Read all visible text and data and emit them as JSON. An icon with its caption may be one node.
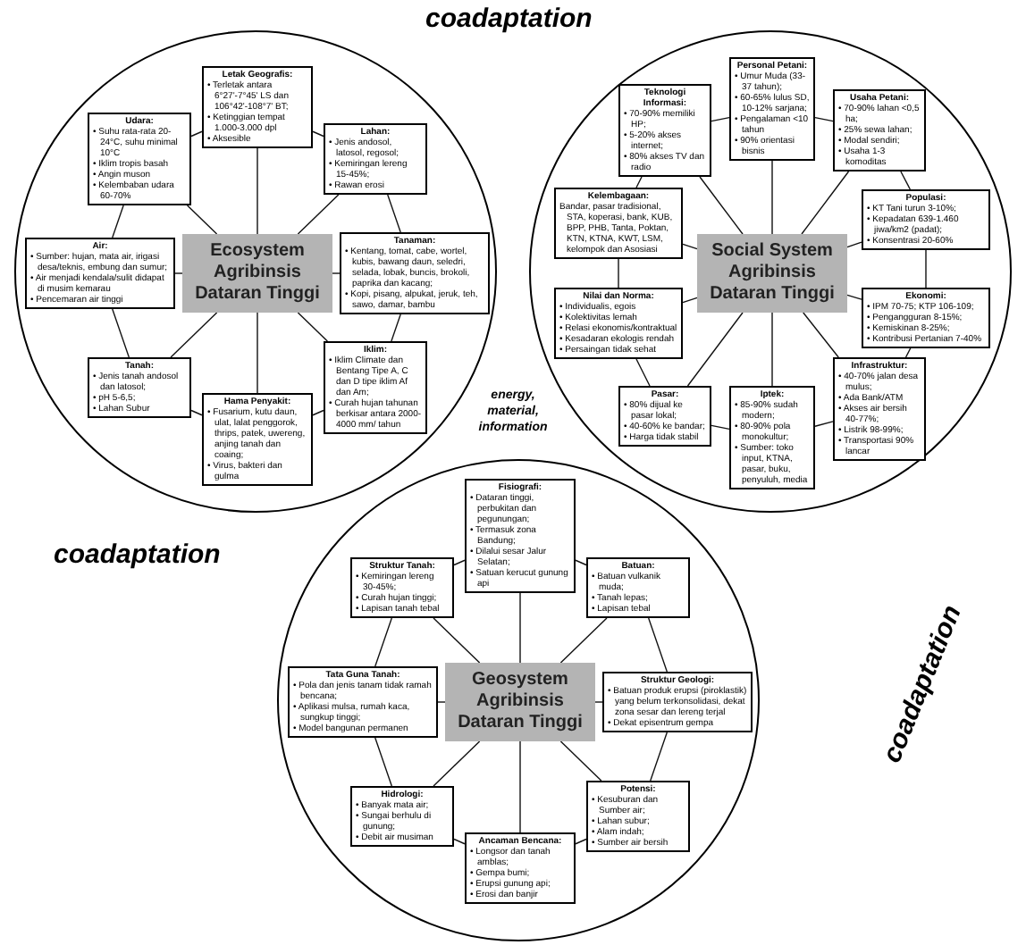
{
  "diagram": {
    "nodes": [
      {
        "text": [],
        "shape": "circle"
      },
      {
        "text": [
          "Ecosystem Agribinsis Dataran Tinggi"
        ],
        "in": 0
      },
      {
        "text": [
          "Letak Geografis:",
          "• Terletak antara 6°27'-7°45' LS dan 106°42'-108°7' BT;",
          "• Ketinggian tempat 1.000-3.000 dpl",
          "• Aksesible"
        ],
        "in": 0
      },
      {
        "text": [
          "Lahan:",
          "• Jenis andosol, latosol, regosol;",
          "• Kemiringan lereng 15-45%;",
          "• Rawan erosi"
        ],
        "in": 0
      },
      {
        "text": [
          "Tanaman:",
          "• Kentang, tomat, cabe, wortel, kubis, bawang daun, seledri, selada, lobak, buncis, brokoli, paprika dan kacang;",
          "• Kopi, pisang, alpukat, jeruk, teh, sawo, damar, bambu"
        ],
        "in": 0
      },
      {
        "text": [
          "Iklim:",
          "• Iklim Climate dan Bentang Tipe A, C dan D tipe iklim Af dan Am;",
          "• Curah hujan tahunan berkisar antara 2000-4000 mm/ tahun"
        ],
        "in": 0
      },
      {
        "text": [
          "Hama Penyakit:",
          "• Fusarium, kutu daun, ulat, lalat penggorok, thrips, patek, uwereng, anjing tanah dan coaing;",
          "• Virus, bakteri dan gulma"
        ],
        "in": 0
      },
      {
        "text": [
          "Tanah:",
          "• Jenis tanah andosol dan latosol;",
          "• pH 5-6,5;",
          "• Lahan Subur"
        ],
        "in": 0
      },
      {
        "text": [
          "Air:",
          "• Sumber: hujan, mata air, irigasi desa/teknis, embung dan sumur;",
          "• Air menjadi kendala/sulit didapat di musim kemarau",
          "• Pencemaran air tinggi"
        ],
        "in": 0
      },
      {
        "text": [
          "Udara:",
          "• Suhu rata-rata 20-24°C, suhu minimal 10°C",
          "• Iklim tropis basah",
          "• Angin muson",
          "• Kelembaban udara 60-70%"
        ],
        "in": 0
      },
      {
        "text": [],
        "shape": "circle"
      },
      {
        "text": [
          "Social System Agribinsis Dataran Tinggi"
        ],
        "in": 10
      },
      {
        "text": [
          "Personal Petani:",
          "• Umur Muda (33-37 tahun);",
          "• 60-65% lulus SD, 10-12% sarjana;",
          "• Pengalaman <10 tahun",
          "• 90% orientasi bisnis"
        ],
        "in": 10
      },
      {
        "text": [
          "Usaha Petani:",
          "• 70-90% lahan <0,5 ha;",
          "• 25% sewa lahan;",
          "• Modal sendiri;",
          "• Usaha 1-3 komoditas"
        ],
        "in": 10
      },
      {
        "text": [
          "Populasi:",
          "• KT Tani turun 3-10%;",
          "• Kepadatan 639-1.460 jiwa/km2 (padat);",
          "• Konsentrasi 20-60%"
        ],
        "in": 10
      },
      {
        "text": [
          "Ekonomi:",
          "• IPM 70-75; KTP 106-109;",
          "• Pengangguran 8-15%;",
          "• Kemiskinan 8-25%;",
          "• Kontribusi Pertanian 7-40%"
        ],
        "in": 10
      },
      {
        "text": [
          "Infrastruktur:",
          "• 40-70% jalan desa mulus;",
          "• Ada Bank/ATM",
          "• Akses air bersih 40-77%;",
          "• Listrik 98-99%;",
          "• Transportasi 90% lancar"
        ],
        "in": 10
      },
      {
        "text": [
          "Iptek:",
          "• 85-90% sudah modern;",
          "• 80-90% pola monokultur;",
          "• Sumber: toko input, KTNA, pasar, buku, penyuluh, media"
        ],
        "in": 10
      },
      {
        "text": [
          "Pasar:",
          "• 80% dijual ke pasar lokal;",
          "• 40-60% ke bandar;",
          "• Harga tidak stabil"
        ],
        "in": 10
      },
      {
        "text": [
          "Nilai dan Norma:",
          "• Individualis, egois",
          "• Kolektivitas lemah",
          "• Relasi ekonomis/kontraktual",
          "• Kesadaran ekologis rendah",
          "• Persaingan tidak sehat"
        ],
        "in": 10
      },
      {
        "text": [
          "Kelembagaan:",
          "Bandar, pasar tradisional, STA, koperasi, bank, KUB, BPP, PHB, Tanta, Poktan, KTN, KTNA, KWT, LSM, kelompok dan Asosiasi"
        ],
        "in": 10
      },
      {
        "text": [
          "Teknologi Informasi:",
          "• 70-90% memiliki HP;",
          "• 5-20% akses internet;",
          "• 80% akses TV dan radio"
        ],
        "in": 10
      },
      {
        "text": [],
        "shape": "circle"
      },
      {
        "text": [
          "Geosystem Agribinsis Dataran Tinggi"
        ],
        "in": 22
      },
      {
        "text": [
          "Fisiografi:",
          "• Dataran tinggi, perbukitan dan pegunungan;",
          "• Termasuk zona Bandung;",
          "• Dilalui sesar Jalur Selatan;",
          "• Satuan kerucut gunung api"
        ],
        "in": 22
      },
      {
        "text": [
          "Batuan:",
          "• Batuan vulkanik muda;",
          "• Tanah lepas;",
          "• Lapisan tebal"
        ],
        "in": 22
      },
      {
        "text": [
          "Struktur Geologi:",
          "• Batuan produk erupsi (piroklastik) yang belum terkonsolidasi, dekat zona sesar dan lereng terjal",
          "• Dekat episentrum gempa"
        ],
        "in": 22
      },
      {
        "text": [
          "Potensi:",
          "• Kesuburan dan Sumber air;",
          "• Lahan subur;",
          "• Alam indah;",
          "• Sumber air bersih"
        ],
        "in": 22
      },
      {
        "text": [
          "Ancaman Bencana:",
          "• Longsor dan tanah amblas;",
          "• Gempa bumi;",
          "• Erupsi gunung api;",
          "• Erosi dan banjir"
        ],
        "in": 22
      },
      {
        "text": [
          "Hidrologi:",
          "• Banyak mata air;",
          "• Sungai berhulu di gunung;",
          "• Debit air musiman"
        ],
        "in": 22
      },
      {
        "text": [
          "Tata Guna Tanah:",
          "• Pola dan jenis tanam tidak ramah bencana;",
          "• Aplikasi mulsa, rumah kaca, sungkup tinggi;",
          "• Model bangunan permanen"
        ],
        "in": 22
      },
      {
        "text": [
          "Struktur Tanah:",
          "• Kemiringan lereng 30-45%;",
          "• Curah hujan tinggi;",
          "• Lapisan tanah tebal"
        ],
        "in": 22
      }
    ],
    "edges": [
      {
        "from": 1,
        "to": 2,
        "arrow": "none"
      },
      {
        "from": 1,
        "to": 3,
        "arrow": "none"
      },
      {
        "from": 1,
        "to": 4,
        "arrow": "none"
      },
      {
        "from": 1,
        "to": 5,
        "arrow": "none"
      },
      {
        "from": 1,
        "to": 6,
        "arrow": "none"
      },
      {
        "from": 1,
        "to": 7,
        "arrow": "none"
      },
      {
        "from": 1,
        "to": 8,
        "arrow": "none"
      },
      {
        "from": 1,
        "to": 9,
        "arrow": "none"
      },
      {
        "from": 2,
        "to": 3,
        "arrow": "none"
      },
      {
        "from": 3,
        "to": 4,
        "arrow": "none"
      },
      {
        "from": 4,
        "to": 5,
        "arrow": "none"
      },
      {
        "from": 5,
        "to": 6,
        "arrow": "none"
      },
      {
        "from": 6,
        "to": 7,
        "arrow": "none"
      },
      {
        "from": 7,
        "to": 8,
        "arrow": "none"
      },
      {
        "from": 8,
        "to": 9,
        "arrow": "none"
      },
      {
        "from": 9,
        "to": 2,
        "arrow": "none"
      },
      {
        "from": 11,
        "to": 12,
        "arrow": "none"
      },
      {
        "from": 11,
        "to": 13,
        "arrow": "none"
      },
      {
        "from": 11,
        "to": 14,
        "arrow": "none"
      },
      {
        "from": 11,
        "to": 15,
        "arrow": "none"
      },
      {
        "from": 11,
        "to": 16,
        "arrow": "none"
      },
      {
        "from": 11,
        "to": 17,
        "arrow": "none"
      },
      {
        "from": 11,
        "to": 18,
        "arrow": "none"
      },
      {
        "from": 11,
        "to": 19,
        "arrow": "none"
      },
      {
        "from": 11,
        "to": 20,
        "arrow": "none"
      },
      {
        "from": 11,
        "to": 21,
        "arrow": "none"
      },
      {
        "from": 12,
        "to": 13,
        "arrow": "none"
      },
      {
        "from": 13,
        "to": 14,
        "arrow": "none"
      },
      {
        "from": 14,
        "to": 15,
        "arrow": "none"
      },
      {
        "from": 15,
        "to": 16,
        "arrow": "none"
      },
      {
        "from": 16,
        "to": 17,
        "arrow": "none"
      },
      {
        "from": 17,
        "to": 18,
        "arrow": "none"
      },
      {
        "from": 18,
        "to": 19,
        "arrow": "none"
      },
      {
        "from": 19,
        "to": 20,
        "arrow": "none"
      },
      {
        "from": 20,
        "to": 21,
        "arrow": "none"
      },
      {
        "from": 21,
        "to": 12,
        "arrow": "none"
      },
      {
        "from": 23,
        "to": 24,
        "arrow": "none"
      },
      {
        "from": 23,
        "to": 25,
        "arrow": "none"
      },
      {
        "from": 23,
        "to": 26,
        "arrow": "none"
      },
      {
        "from": 23,
        "to": 27,
        "arrow": "none"
      },
      {
        "from": 23,
        "to": 28,
        "arrow": "none"
      },
      {
        "from": 23,
        "to": 29,
        "arrow": "none"
      },
      {
        "from": 23,
        "to": 30,
        "arrow": "none"
      },
      {
        "from": 23,
        "to": 31,
        "arrow": "none"
      },
      {
        "from": 24,
        "to": 25,
        "arrow": "none"
      },
      {
        "from": 25,
        "to": 26,
        "arrow": "none"
      },
      {
        "from": 26,
        "to": 27,
        "arrow": "none"
      },
      {
        "from": 27,
        "to": 28,
        "arrow": "none"
      },
      {
        "from": 28,
        "to": 29,
        "arrow": "none"
      },
      {
        "from": 29,
        "to": 30,
        "arrow": "none"
      },
      {
        "from": 30,
        "to": 31,
        "arrow": "none"
      },
      {
        "from": 31,
        "to": 24,
        "arrow": "none"
      }
    ],
    "labels": [
      "coadaptation",
      "energy, material, information",
      "coadaptation",
      "coadaptation"
    ]
  }
}
